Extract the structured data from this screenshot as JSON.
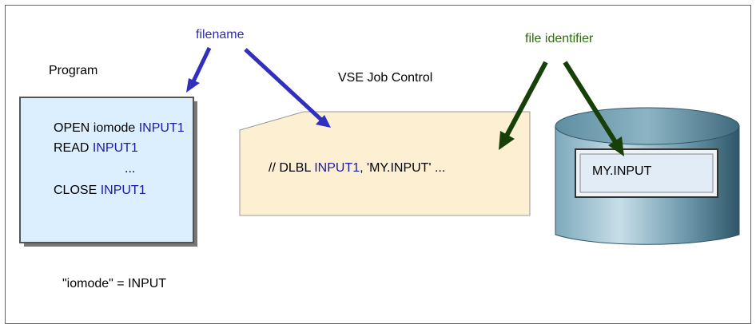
{
  "labels": {
    "program": "Program",
    "vse_job_control": "VSE Job Control",
    "filename": "filename",
    "file_identifier": "file identifier",
    "iomode_note": "\"iomode\" = INPUT"
  },
  "program_code": {
    "line1_prefix": "OPEN iomode ",
    "line1_name": "INPUT1",
    "line2_prefix": "READ ",
    "line2_name": "INPUT1",
    "line3": "...",
    "line4_prefix": "CLOSE ",
    "line4_name": "INPUT1"
  },
  "job_control": {
    "prefix": "// DLBL ",
    "name": "INPUT1",
    "suffix": ", 'MY.INPUT' ..."
  },
  "disk": {
    "label": "MY.INPUT"
  },
  "colors": {
    "blue_text": "#1a1aa8",
    "green_text": "#1f5a10",
    "program_fill": "#dcefff",
    "card_fill": "#fdf0d2",
    "disk_fill": "#6f9fb3",
    "blue_arrow": "#2f2fc0",
    "green_arrow": "#173f08"
  }
}
